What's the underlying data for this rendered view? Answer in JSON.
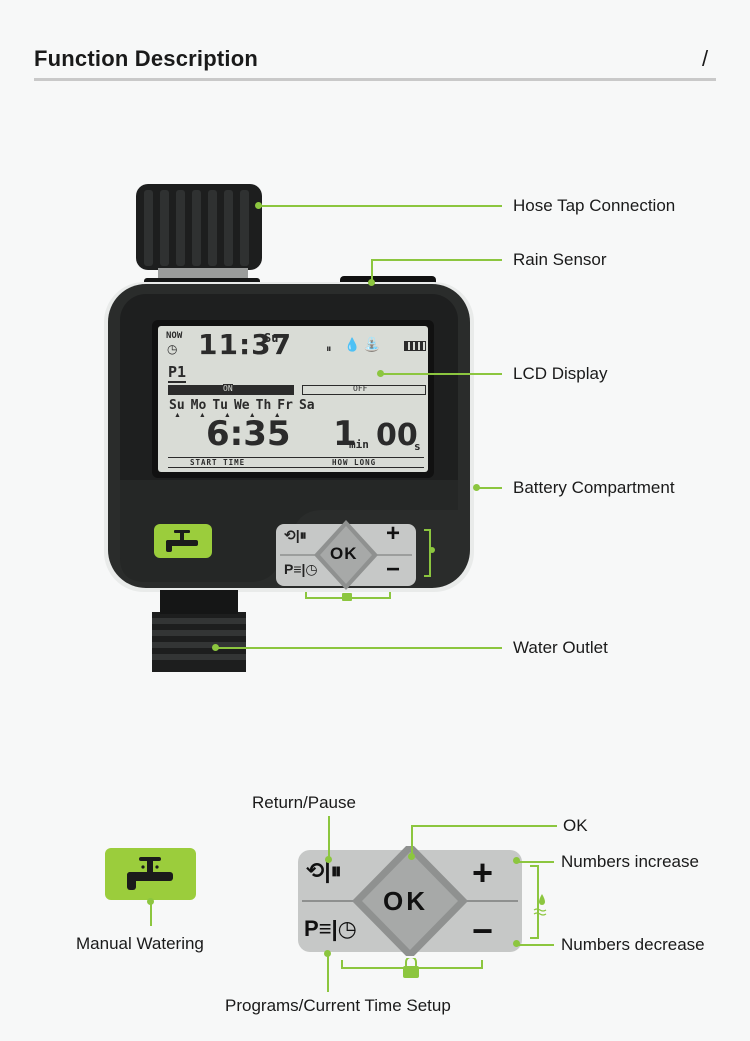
{
  "header": {
    "title": "Function Description",
    "slash": "/"
  },
  "callouts": {
    "hose_tap": "Hose Tap Connection",
    "rain_sensor": "Rain Sensor",
    "lcd_display": "LCD Display",
    "battery": "Battery Compartment",
    "water_outlet": "Water Outlet"
  },
  "lcd": {
    "now": "NOW",
    "time": "11:37",
    "day": "Su",
    "program": "P1",
    "on": "ON",
    "off": "OFF",
    "days": [
      "Su",
      "Mo",
      "Tu",
      "We",
      "Th",
      "Fr",
      "Sa"
    ],
    "start_time": "6:35",
    "duration_min": "1",
    "min_unit": "min",
    "duration_sec": "00",
    "sec_unit": "s",
    "start_label": "START TIME",
    "how_long_label": "HOW LONG"
  },
  "keypad": {
    "ok": "OK",
    "plus": "+",
    "minus": "−",
    "p_key": "P"
  },
  "keys_legend": {
    "return_pause": "Return/Pause",
    "ok": "OK",
    "numbers_increase": "Numbers increase",
    "numbers_decrease": "Numbers decrease",
    "manual_watering": "Manual Watering",
    "programs_setup": "Programs/Current Time Setup"
  },
  "colors": {
    "accent": "#8cc63f",
    "body": "#2a2c2b",
    "lcd": "#d9dcd6"
  }
}
